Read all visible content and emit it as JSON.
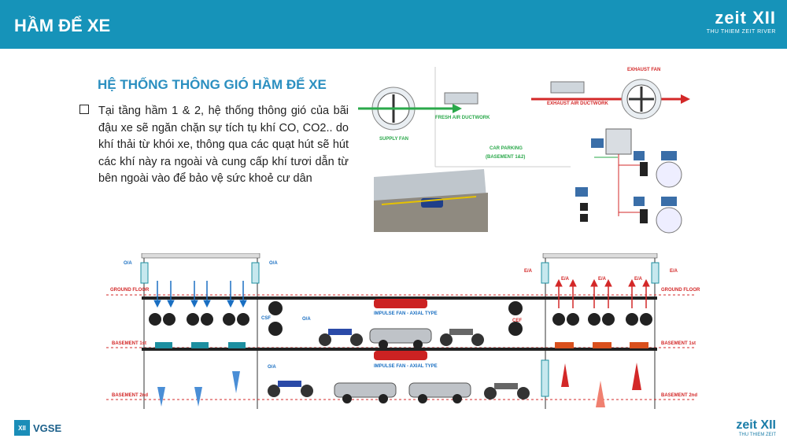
{
  "header": {
    "title": "HẦM ĐỂ XE",
    "brand": "zeit XII",
    "brand_sub": "THU THIEM ZEIT RIVER"
  },
  "section": {
    "title": "HỆ THỐNG THÔNG GIÓ HẦM ĐỂ XE",
    "bullet": "Tại tầng hầm 1 & 2, hệ thống thông gió của bãi đậu xe sẽ ngăn chặn sự tích tụ khí CO, CO2.. do khí thải từ khói xe, thông qua các quạt hút sẽ hút các khí này ra ngoài và cung cấp khí tươi dẫn từ bên ngoài vào để bảo vệ sức khoẻ cư dân"
  },
  "diagram_top": {
    "supply_fan": "SUPPLY FAN",
    "fresh_air": "FRESH AIR DUCTWORK",
    "car_parking": "CAR PARKING",
    "basement": "(BASEMENT 1&2)",
    "exhaust_fan": "EXHAUST FAN",
    "exhaust_duct": "EXHAUST AIR DUCTWORK"
  },
  "diagram_bottom": {
    "oa1": "O/A",
    "oa2": "O/A",
    "oa3": "O/A",
    "oa4": "O/A",
    "ea1": "E/A",
    "ea2": "E/A",
    "ea3": "E/A",
    "ea4": "E/A",
    "ea5": "E/A",
    "ground_floor_l": "GROUND FLOOR",
    "ground_floor_r": "GROUND FLOOR",
    "basement1_l": "BASEMENT 1st",
    "basement1_r": "BASEMENT 1st",
    "basement2_l": "BASEMENT 2nd",
    "basement2_r": "BASEMENT 2nd",
    "impulse1": "IMPULSE FAN - AXIAL TYPE",
    "impulse2": "IMPULSE FAN - AXIAL TYPE",
    "csf": "CSF",
    "cef": "CEF"
  },
  "footer": {
    "vgse": "VGSE",
    "brand": "zeit XII",
    "brand_sub": "THU THIEM ZEIT"
  }
}
